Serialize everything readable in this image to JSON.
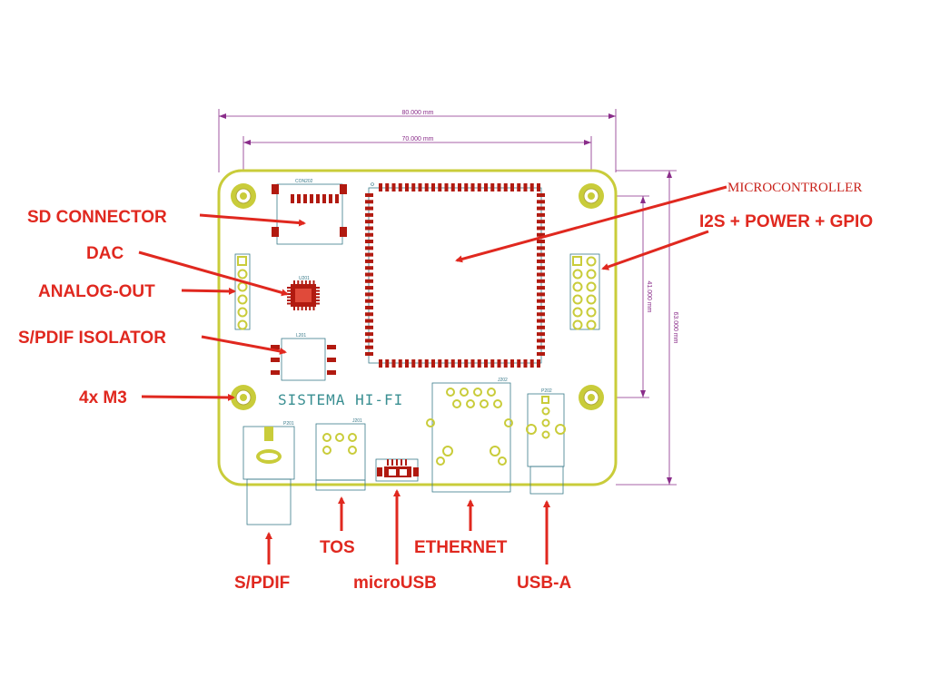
{
  "dimensions": {
    "board_width": "80.000 mm",
    "hole_spacing_x": "70.000 mm",
    "hole_spacing_y": "41.000 mm",
    "board_height": "63.000 mm"
  },
  "board": {
    "silkscreen_title": "SISTEMA HI-FI",
    "refs": {
      "sd": "CON202",
      "dac": "U201",
      "isolator": "L201",
      "spdif": "P201",
      "tos": "J201",
      "ethernet": "J202",
      "usba": "P202"
    }
  },
  "labels": {
    "sd_connector": "SD CONNECTOR",
    "dac": "DAC",
    "analog_out": "ANALOG-OUT",
    "spdif_isolator": "S/PDIF ISOLATOR",
    "mounting": "4x M3",
    "microcontroller": "MICROCONTROLLER",
    "i2s": "I2S + POWER + GPIO",
    "spdif": "S/PDIF",
    "tos": "TOS",
    "microusb": "microUSB",
    "ethernet": "ETHERNET",
    "usba": "USB-A"
  },
  "colors": {
    "board_outline": "#c9cc3a",
    "pad": "#b11a10",
    "dimension": "#8a2d8a",
    "annotation": "#e0281f",
    "silkscreen": "#3a8f92"
  }
}
